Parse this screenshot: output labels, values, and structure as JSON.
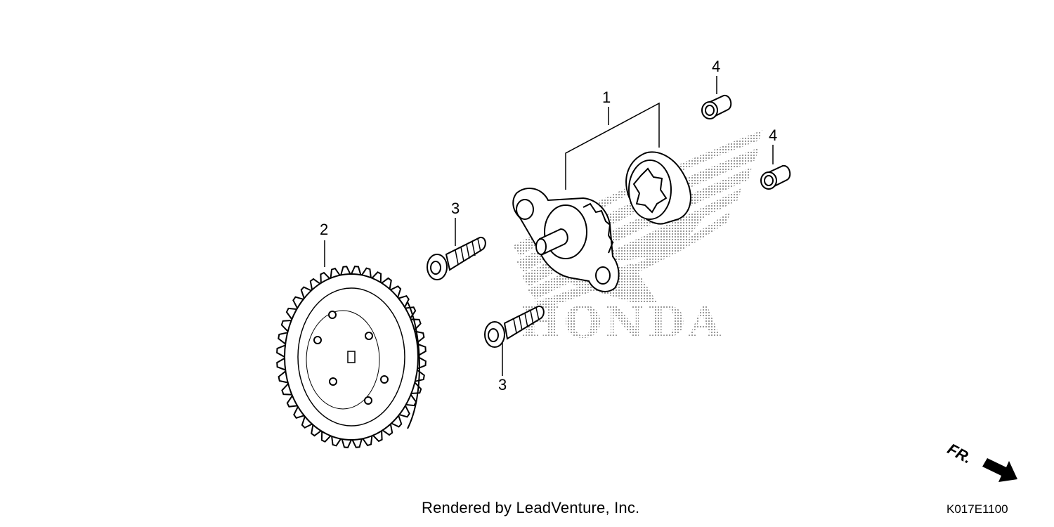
{
  "callouts": {
    "oil_pump_assembly": "1",
    "pump_gear": "2",
    "bolt_upper": "3",
    "bolt_lower": "3",
    "dowel_upper": "4",
    "dowel_lower": "4"
  },
  "watermark": {
    "brand_text": "HONDA"
  },
  "direction_indicator": {
    "label": "FR."
  },
  "footer": {
    "credit": "Rendered by LeadVenture, Inc.",
    "diagram_code": "K017E1100"
  }
}
